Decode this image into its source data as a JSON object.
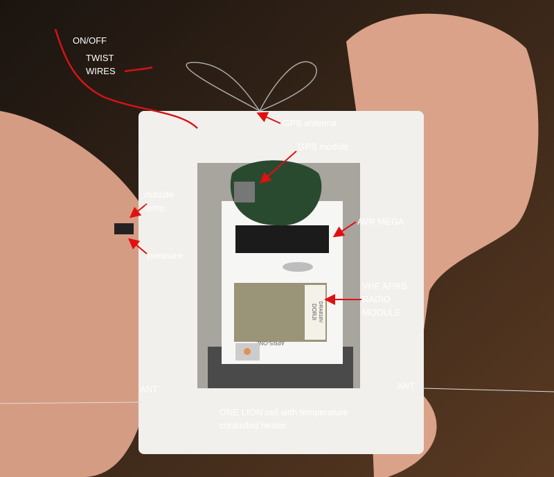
{
  "annotations": {
    "on_off": "ON/OFF",
    "twist_wires": [
      "TWIST",
      "WIRES"
    ],
    "gps_antenna": "GPS antenna",
    "gps_module": "GPS module",
    "outside_temp": [
      "outside",
      "temp."
    ],
    "pressure": "pressure",
    "avr_mega": "AVR MEGA",
    "vhf_radio": [
      "VHF APRS",
      "RADIO",
      "MODULE"
    ],
    "ant_left": "ANT",
    "ant_right": "ANT",
    "battery": [
      "ONE LION cell with temperature",
      "controlled heater"
    ]
  },
  "board_text": {
    "board_name": "APRS-ONE",
    "radio_brand": "DORJI",
    "radio_model": "DRA818V"
  },
  "colors": {
    "arrow": "#e01010",
    "label": "#ffffff",
    "foam": "#f2f0ec",
    "skin": "#d59c84"
  }
}
